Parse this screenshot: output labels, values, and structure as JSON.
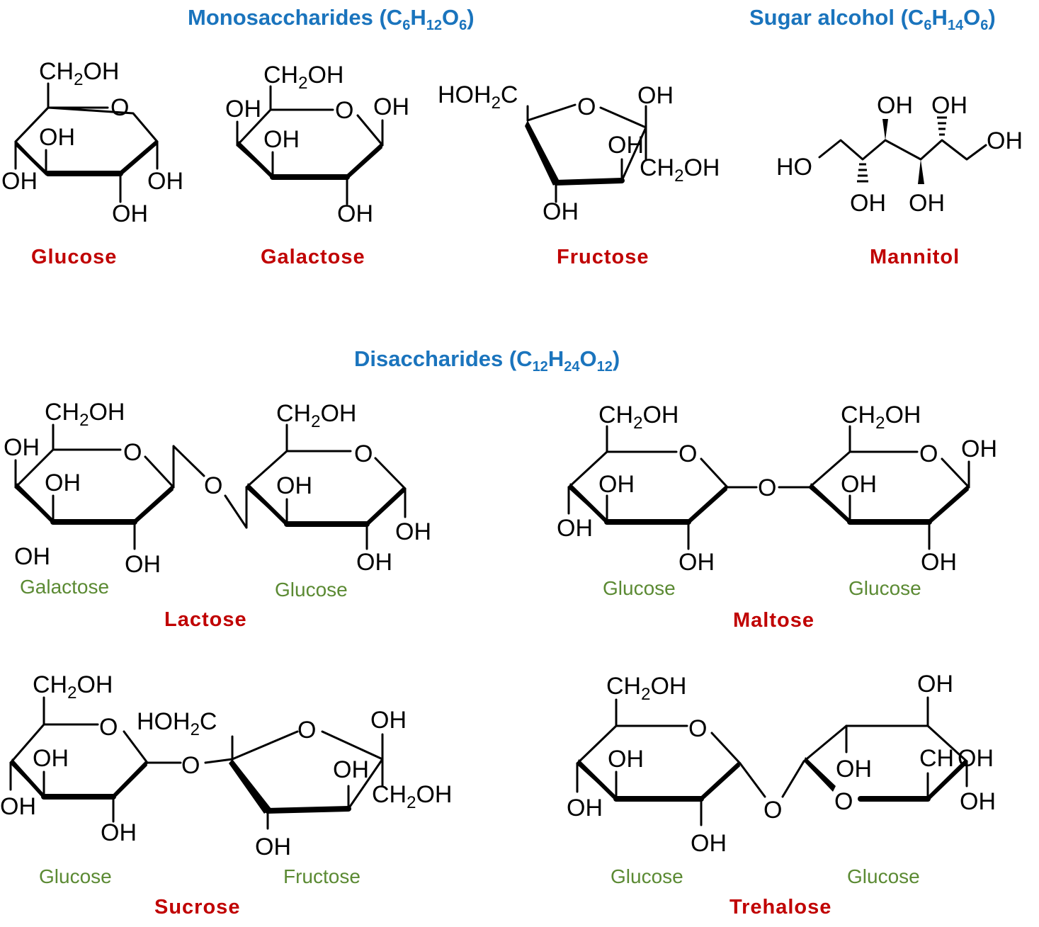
{
  "headings": {
    "mono": {
      "main": "Monosaccharides (C",
      "s1": "6",
      "m1": "H",
      "s2": "12",
      "m2": "O",
      "s3": "6",
      "end": ")"
    },
    "alcohol": {
      "main": "Sugar alcohol  (C",
      "s1": "6",
      "m1": "H",
      "s2": "14",
      "m2": "O",
      "s3": "6",
      "end": ")"
    },
    "di": {
      "main": "Disaccharides (C",
      "s1": "12",
      "m1": "H",
      "s2": "24",
      "m2": "O",
      "s3": "12",
      "end": ")"
    }
  },
  "atoms": {
    "oh": "OH",
    "ho": "HO",
    "o": "O",
    "ch2oh_a": "CH",
    "ch2oh_s": "2",
    "ch2oh_b": "OH",
    "hoh2c_a": "HOH",
    "hoh2c_s": "2",
    "hoh2c_b": "C",
    "ch": "CH"
  },
  "names": {
    "glucose": "Glucose",
    "galactose": "Galactose",
    "fructose": "Fructose",
    "mannitol": "Mannitol",
    "lactose": "Lactose",
    "maltose": "Maltose",
    "sucrose": "Sucrose",
    "trehalose": "Trehalose"
  },
  "units": {
    "galactose": "Galactose",
    "glucose": "Glucose",
    "fructose": "Fructose"
  }
}
